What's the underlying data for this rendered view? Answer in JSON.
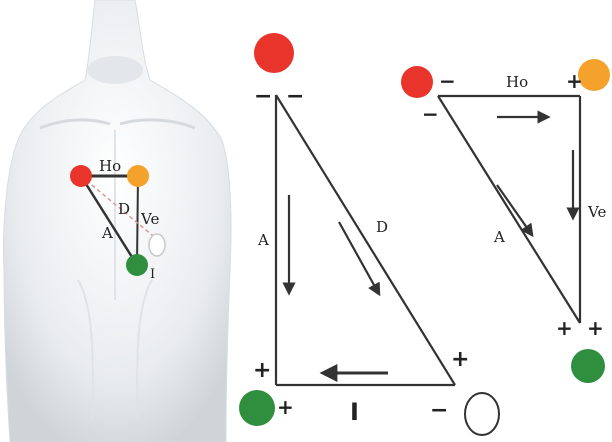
{
  "colors": {
    "red": "#e8342b",
    "orange": "#f4a22c",
    "green": "#2f8f3f",
    "line": "#333333"
  },
  "torso": {
    "labels": {
      "ho": "Ho",
      "d": "D",
      "ve": "Ve",
      "a": "A",
      "i": "I"
    }
  },
  "einthoven": {
    "labels": {
      "a": "A",
      "d": "D",
      "i": "I"
    },
    "signs": {
      "red_left": "−",
      "red_right": "−",
      "bottom_left_top": "+",
      "bottom_left_bottom": "+",
      "bottom_right_plus": "+",
      "bottom_right_minus": "−"
    }
  },
  "nehb": {
    "labels": {
      "ho": "Ho",
      "a": "A",
      "ve": "Ve"
    },
    "signs": {
      "red_top": "−",
      "red_bottom": "−",
      "orange_plus": "+",
      "green_left": "+",
      "green_right": "+"
    }
  }
}
